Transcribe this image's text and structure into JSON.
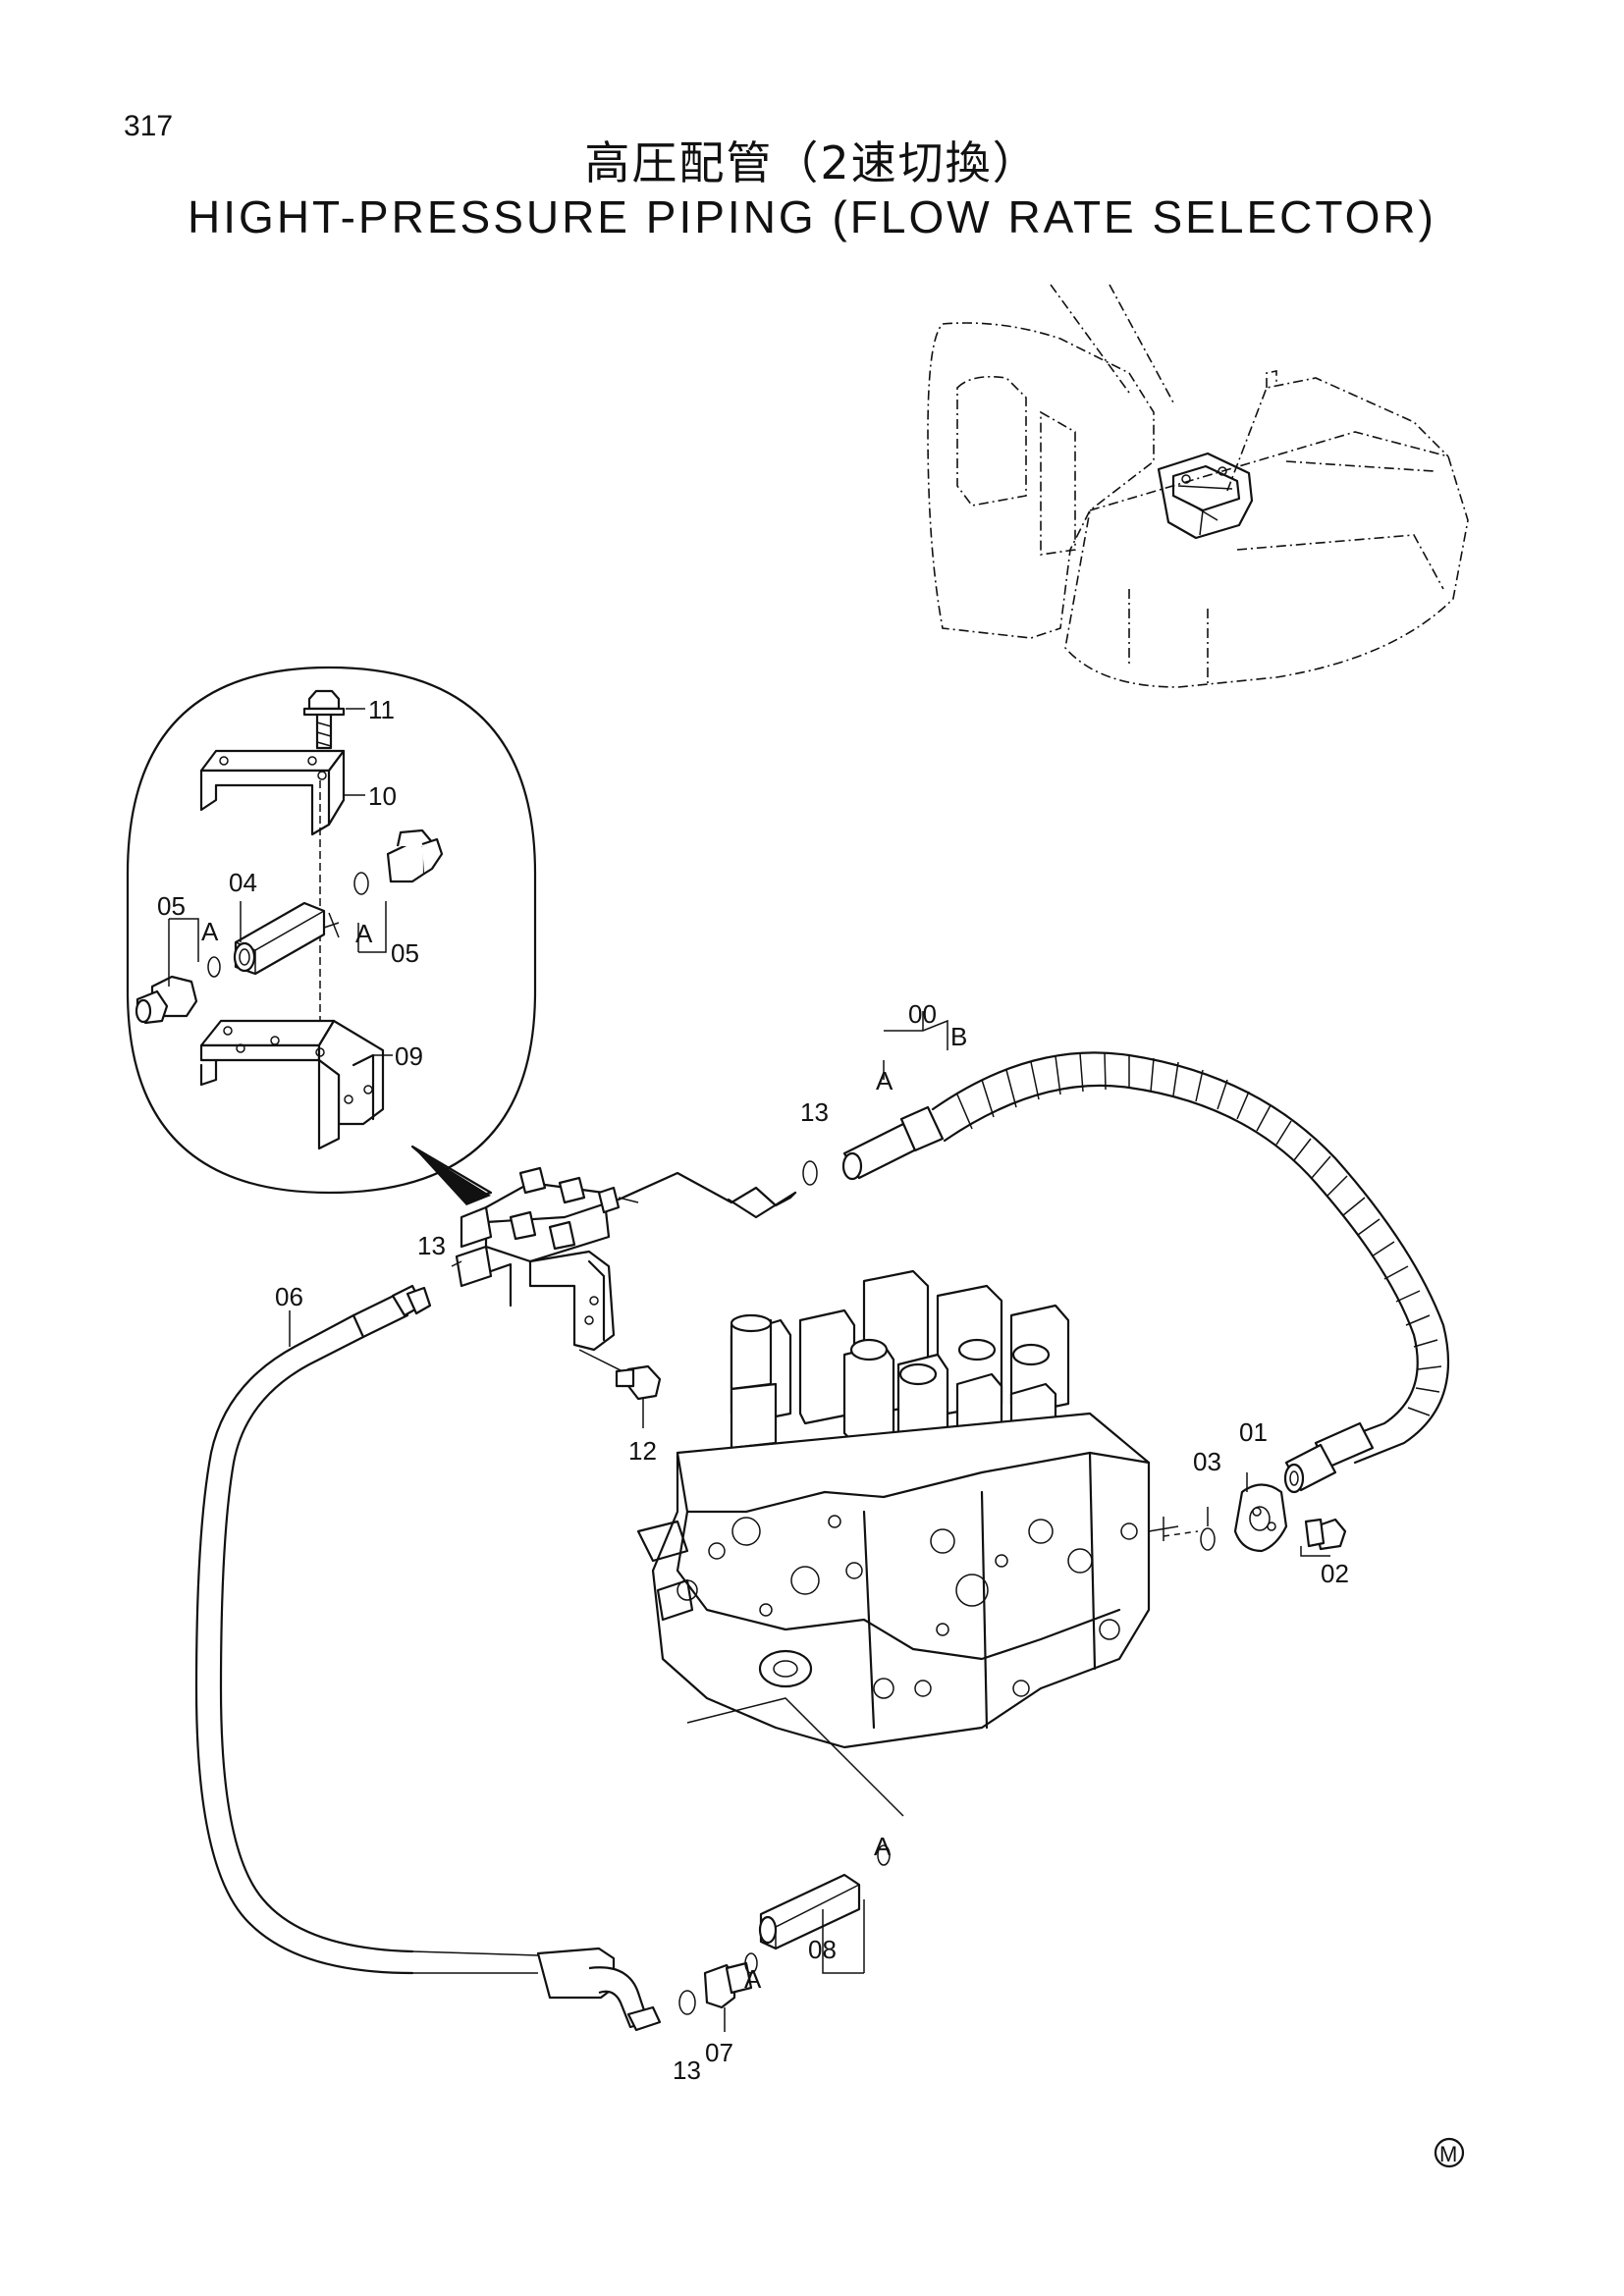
{
  "page_number": "317",
  "title_jp": "高圧配管（2速切換）",
  "title_en": "HIGHT-PRESSURE PIPING (FLOW RATE SELECTOR)",
  "labels": {
    "p00": "00",
    "p01": "01",
    "p02": "02",
    "p03": "03",
    "p04": "04",
    "p05a": "05",
    "p05b": "05",
    "p06": "06",
    "p07": "07",
    "p08": "08",
    "p09": "09",
    "p10": "10",
    "p11": "11",
    "p12": "12",
    "p13a": "13",
    "p13b": "13",
    "p13c": "13",
    "ref_a1": "A",
    "ref_a2": "A",
    "ref_a3": "A",
    "ref_a4": "A",
    "ref_a5": "A",
    "ref_b": "B"
  },
  "mark": "M"
}
